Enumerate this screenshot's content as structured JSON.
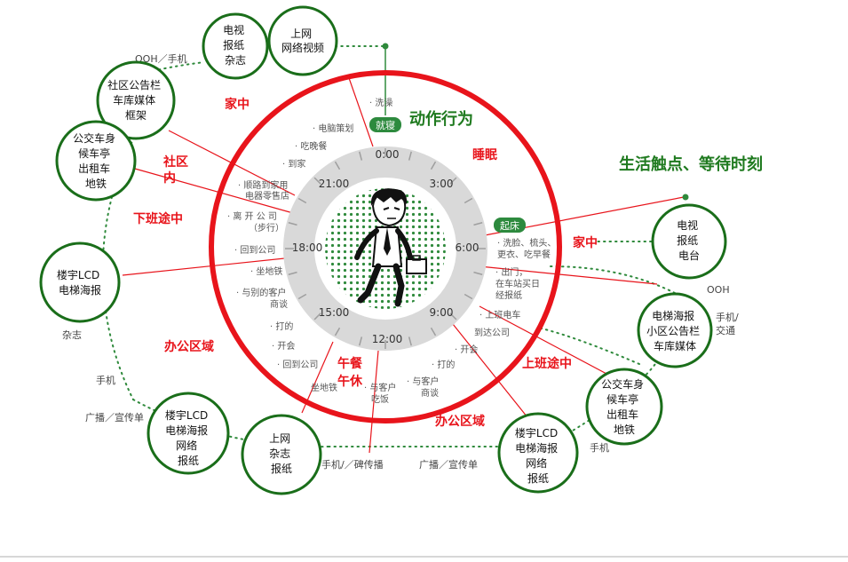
{
  "colors": {
    "ring_red": "#e8141b",
    "dial_gray": "#d9d9d9",
    "tick_gray": "#bdbdbd",
    "circle_green": "#1a6e1a",
    "title_green": "#1f7a1f",
    "label_red": "#e8141b",
    "text_gray": "#555555",
    "dot_green": "#2f8a3c",
    "badge_green": "#2d8a3e"
  },
  "titles": {
    "action": "动作行为",
    "touchpoints": "生活触点、等待时刻"
  },
  "clock": {
    "hours": [
      "0:00",
      "3:00",
      "6:00",
      "9:00",
      "12:00",
      "15:00",
      "18:00",
      "21:00"
    ]
  },
  "badges": {
    "sleep": "就寝",
    "wake": "起床"
  },
  "zones": {
    "home_top": "家中",
    "sleep": "睡眠",
    "community_line1": "社区",
    "community_line2": "内",
    "commute_home": "下班途中",
    "home_right": "家中",
    "office_left": "办公区域",
    "lunch_line1": "午餐",
    "lunch_line2": "午休",
    "commute_work": "上班途中",
    "office_bottom": "办公区域"
  },
  "activities": {
    "wash": "· 洗澡",
    "pc": "· 电脑策划",
    "dinner": "· 吃晚餐",
    "arrive_home": "· 到家",
    "shop_line1": "· 顺路到家用",
    "shop_line2": "电器零售店",
    "leave_office_line1": "· 离 开 公 司",
    "leave_office_line2": "（步行）",
    "back_office": "· 回到公司",
    "take_subway_pm": "· 坐地铁",
    "client_pm_line1": "· 与别的客户",
    "client_pm_line2": "商谈",
    "call_pm": "· 打的",
    "meeting_pm": "· 开会",
    "back_office_2": "· 回到公司",
    "subway_noon": "坐地铁",
    "client_lunch_line1": "· 与客户",
    "client_lunch_line2": "吃饭",
    "client_am_line1": "· 与客户",
    "client_am_line2": "商谈",
    "call_am": "· 打的",
    "meeting_am": "· 开会",
    "arrive_office": "到达公司",
    "board_train": "· 上班电车",
    "go_out_line1": "· 出门，",
    "go_out_line2": "在车站买日",
    "go_out_line3": "经报纸",
    "morning_line1": "· 洗脸、梳头、",
    "morning_line2": "更衣、吃早餐"
  },
  "media_circles": {
    "tv_paper_mag": [
      "电视",
      "报纸",
      "杂志"
    ],
    "web_video": [
      "上网",
      "网络视频"
    ],
    "community_board": [
      "社区公告栏",
      "车库媒体",
      "框架"
    ],
    "bus_top": [
      "公交车身",
      "候车亭",
      "出租车",
      "地铁"
    ],
    "lcd_left": [
      "楼宇LCD",
      "电梯海报"
    ],
    "lcd_bottom_left": [
      "楼宇LCD",
      "电梯海报",
      "网络",
      "报纸"
    ],
    "web_mag_paper": [
      "上网",
      "杂志",
      "报纸"
    ],
    "lcd_bottom_right": [
      "楼宇LCD",
      "电梯海报",
      "网络",
      "报纸"
    ],
    "bus_right": [
      "公交车身",
      "候车亭",
      "出租车",
      "地铁"
    ],
    "elevator_right": [
      "电梯海报",
      "小区公告栏",
      "车库媒体"
    ],
    "tv_paper_radio": [
      "电视",
      "报纸",
      "电台"
    ]
  },
  "media_labels": {
    "ooh_phone_top": "OOH／手机",
    "ooh_right": "OOH",
    "phone_right": "手机/",
    "traffic_right": "交通",
    "magazine_left": "杂志",
    "phone_left": "手机",
    "radio_flyer_left": "广播／宣传单",
    "phone_wom": "手机/／碑传播",
    "radio_flyer_bottom": "广播／宣传单",
    "phone_bottom_right": "手机"
  }
}
